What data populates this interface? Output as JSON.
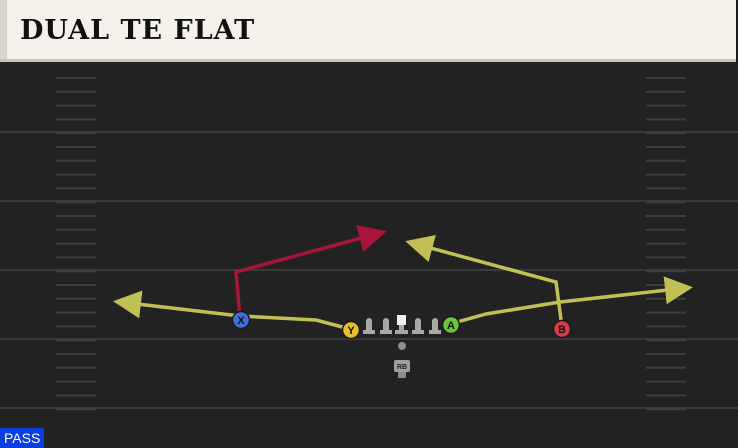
{
  "play": {
    "title": "DUAL TE FLAT",
    "type_badge": "PASS"
  },
  "players": [
    {
      "label": "X",
      "color": "#3d6fd6"
    },
    {
      "label": "Y",
      "color": "#e7c227"
    },
    {
      "label": "A",
      "color": "#6cc43a"
    },
    {
      "label": "B",
      "color": "#dc3b46"
    },
    {
      "label": "RB",
      "color": "#9a9a9a"
    }
  ],
  "colors": {
    "route_primary": "#a8143a",
    "route_secondary": "#c2bf55",
    "line_gray": "#a8a8a8",
    "center": "#f0f0f0",
    "field": "#222222",
    "yard_line": "#3a3a3a",
    "hash": "#3e3e3e",
    "badge": "#0a3ee0"
  }
}
